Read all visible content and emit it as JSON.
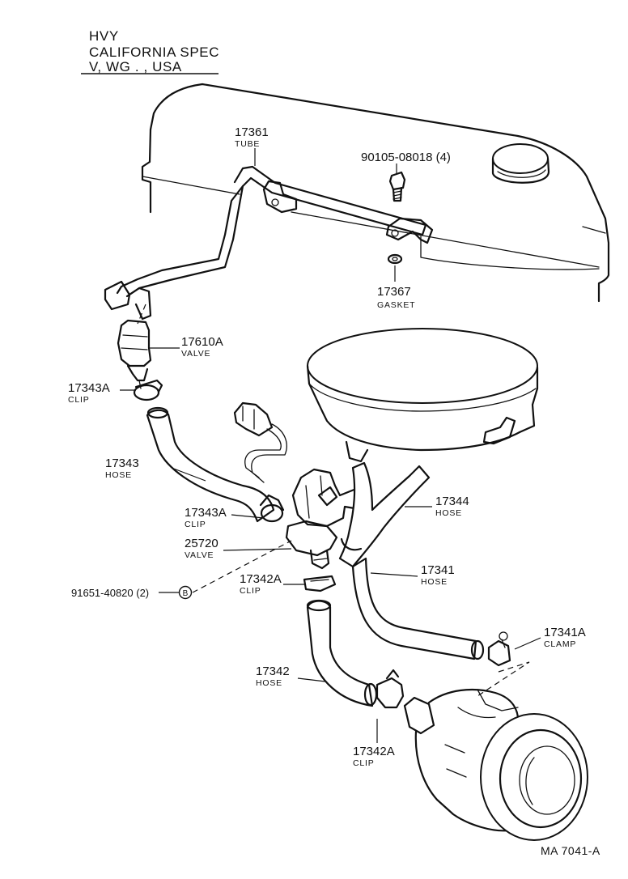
{
  "header": {
    "line1": "HVY",
    "line2": "CALIFORNIA  SPEC",
    "line3": "V, WG . , USA"
  },
  "parts": [
    {
      "number": "17361",
      "name": "TUBE"
    },
    {
      "number": "90105-08018 (4)",
      "name": ""
    },
    {
      "number": "17367",
      "name": "GASKET"
    },
    {
      "number": "17610A",
      "name": "VALVE"
    },
    {
      "number": "17343A",
      "name": "CLIP"
    },
    {
      "number": "17343",
      "name": "HOSE"
    },
    {
      "number": "17343A",
      "name": "CLIP"
    },
    {
      "number": "25720",
      "name": "VALVE"
    },
    {
      "number": "17344",
      "name": "HOSE"
    },
    {
      "number": "17341",
      "name": "HOSE"
    },
    {
      "number": "17342A",
      "name": "CLIP"
    },
    {
      "number": "91651-40820 (2)",
      "name": ""
    },
    {
      "number": "17341A",
      "name": "CLAMP"
    },
    {
      "number": "17342",
      "name": "HOSE"
    },
    {
      "number": "17342A",
      "name": "CLIP"
    }
  ],
  "marker": "B",
  "footer": {
    "code": "MA  7041-A"
  }
}
